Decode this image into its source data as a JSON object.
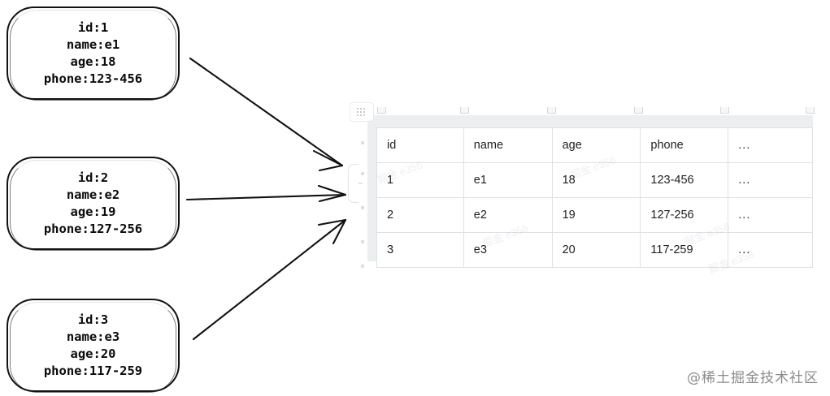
{
  "entities": [
    {
      "name": "entity-1",
      "lines": [
        "id:1",
        "name:e1",
        "age:18",
        "phone:123-456"
      ],
      "fields": {
        "id": "1",
        "name": "e1",
        "age": "18",
        "phone": "123-456"
      }
    },
    {
      "name": "entity-2",
      "lines": [
        "id:2",
        "name:e2",
        "age:19",
        "phone:127-256"
      ],
      "fields": {
        "id": "2",
        "name": "e2",
        "age": "19",
        "phone": "127-256"
      }
    },
    {
      "name": "entity-3",
      "lines": [
        "id:3",
        "name:e3",
        "age:20",
        "phone:117-259"
      ],
      "fields": {
        "id": "3",
        "name": "e3",
        "age": "20",
        "phone": "117-259"
      }
    }
  ],
  "arrows": [
    {
      "name": "arrow-entity-1-to-table",
      "from": "entity-1",
      "to": "table"
    },
    {
      "name": "arrow-entity-2-to-table",
      "from": "entity-2",
      "to": "table"
    },
    {
      "name": "arrow-entity-3-to-table",
      "from": "entity-3",
      "to": "table"
    }
  ],
  "table": {
    "headers": [
      "id",
      "name",
      "age",
      "phone",
      "..."
    ],
    "rows": [
      [
        "1",
        "e1",
        "18",
        "123-456",
        "..."
      ],
      [
        "2",
        "e2",
        "19",
        "127-256",
        "..."
      ],
      [
        "3",
        "e3",
        "20",
        "117-259",
        "..."
      ]
    ]
  },
  "watermarks": [
    "掘金 e356",
    "掘金 e356",
    "掘金 e356",
    "掘金 e356",
    "掘金 e356"
  ],
  "credit": {
    "text": "@稀土掘金技术社区"
  },
  "colors": {
    "stroke": "#111111",
    "table_border": "#dfe1e5",
    "gutter": "#eceef0",
    "text": "#1f1f1f",
    "credit": "#8b8b8b",
    "background": "#ffffff"
  }
}
